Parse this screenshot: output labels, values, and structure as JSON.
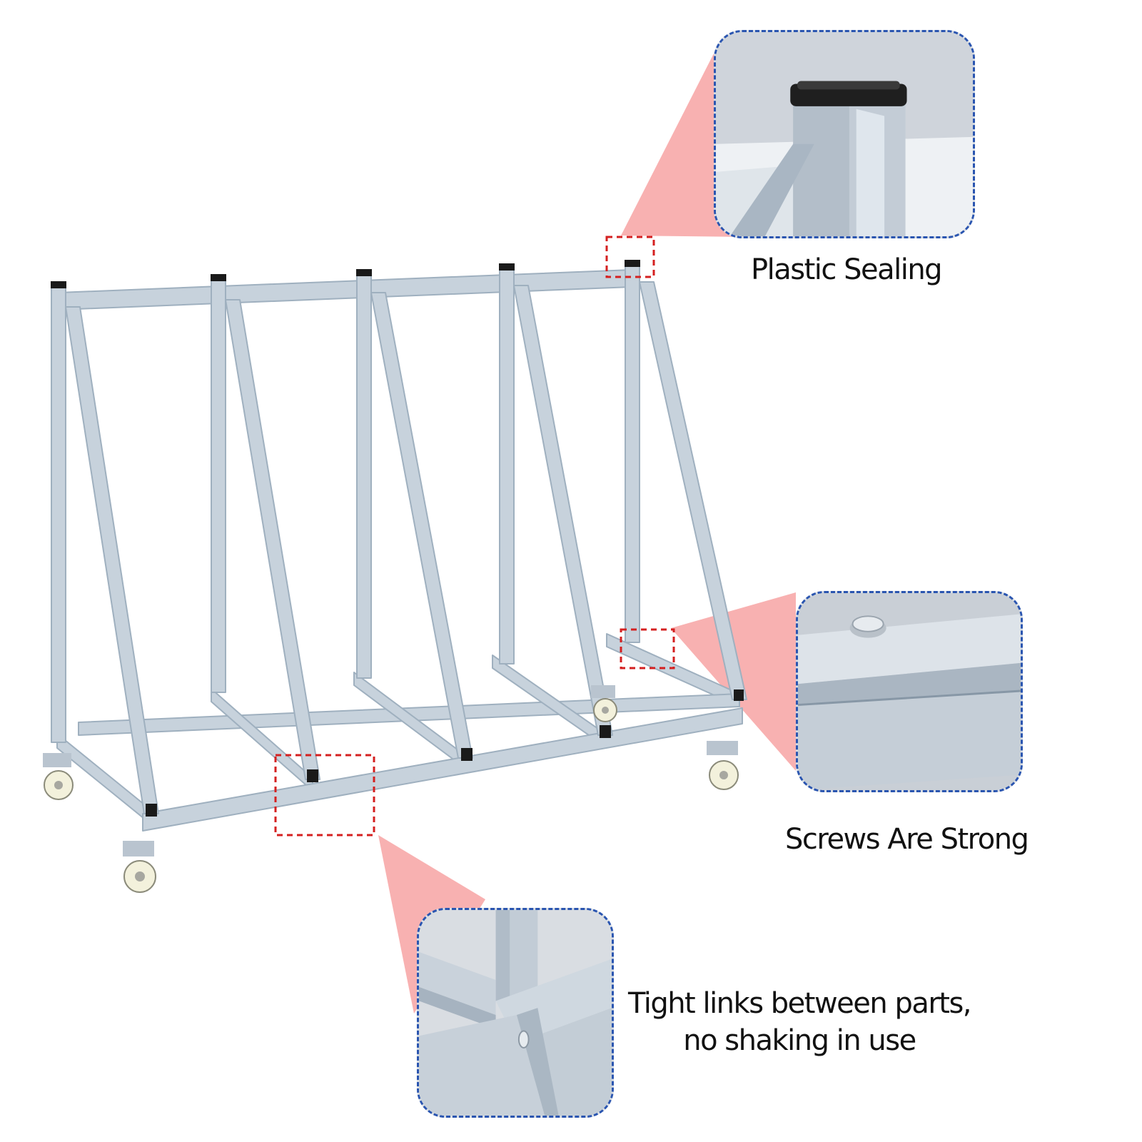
{
  "callouts": [
    {
      "label": "Plastic Sealing"
    },
    {
      "label": "Screws Are Strong"
    },
    {
      "label_line1": "Tight links between parts,",
      "label_line2": "no shaking in use"
    }
  ],
  "colors": {
    "frame": "#c7d2dc",
    "frame_shadow": "#9fb0bf",
    "zoom_wedge": "#f7a8a8",
    "highlight_box": "#d42020",
    "inset_border": "#2a55b0",
    "end_cap": "#1a1a1a",
    "wheel": "#f3f1dc"
  },
  "icons": [
    "zoom-wedge",
    "dashed-highlight-box",
    "caster-wheel"
  ]
}
